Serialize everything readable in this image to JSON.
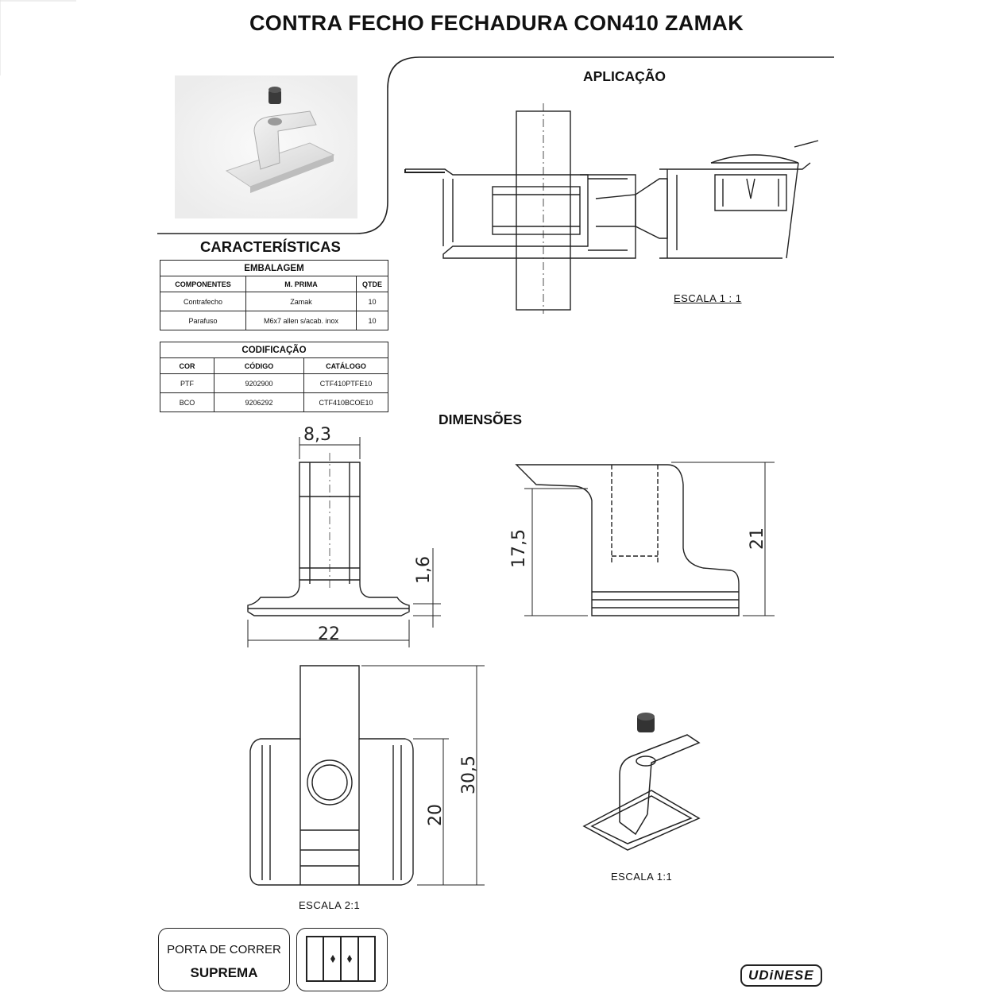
{
  "title": "CONTRA FECHO FECHADURA CON410 ZAMAK",
  "application": {
    "heading": "APLICAÇÃO",
    "scale": "ESCALA 1 : 1"
  },
  "characteristics": {
    "heading": "CARACTERÍSTICAS",
    "packaging": {
      "title": "EMBALAGEM",
      "headers": [
        "COMPONENTES",
        "M. PRIMA",
        "QTDE"
      ],
      "rows": [
        [
          "Contrafecho",
          "Zamak",
          "10"
        ],
        [
          "Parafuso",
          "M6x7 allen s/acab. inox",
          "10"
        ]
      ]
    },
    "coding": {
      "title": "CODIFICAÇÃO",
      "headers": [
        "COR",
        "CÓDIGO",
        "CATÁLOGO"
      ],
      "rows": [
        [
          "PTF",
          "9202900",
          "CTF410PTFE10"
        ],
        [
          "BCO",
          "9206292",
          "CTF410BCOE10"
        ]
      ]
    }
  },
  "dimensions": {
    "heading": "DIMENSÕES",
    "front_view": {
      "width_top": "8,3",
      "base_thickness": "1,6",
      "base_width": "22"
    },
    "side_view": {
      "inner_height": "17,5",
      "total_height": "21"
    },
    "top_view": {
      "inner_height": "20",
      "total_height": "30,5"
    },
    "scale_top": "ESCALA 2:1",
    "scale_iso": "ESCALA 1:1"
  },
  "footer": {
    "product_line": "PORTA DE CORRER",
    "product_name": "SUPREMA",
    "brand": "UDiNESE",
    "door_icon": "sliding-door-icon"
  }
}
